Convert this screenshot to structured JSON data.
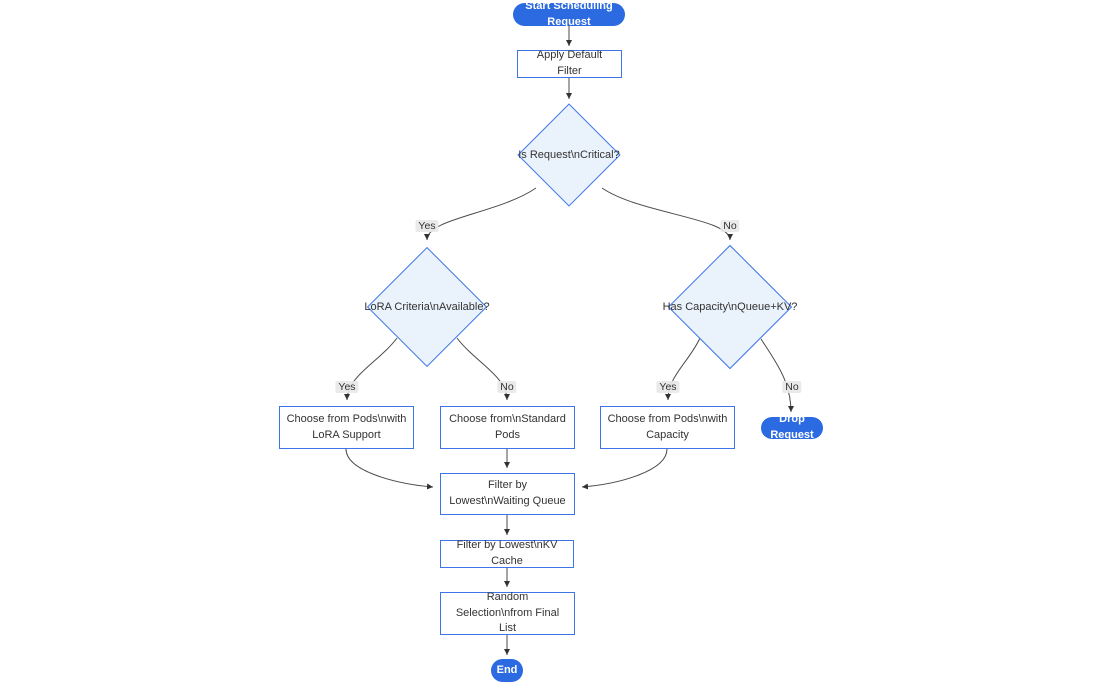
{
  "diagram": {
    "type": "flowchart",
    "direction": "top-down",
    "colors": {
      "terminal_fill": "#2b6ae0",
      "terminal_text": "#ffffff",
      "process_fill": "#ffffff",
      "node_border": "#3d74e8",
      "decision_fill": "#eaf2fc",
      "edge_stroke": "#4b4b4b",
      "edge_label_bg": "#e8e8e8",
      "node_text": "#333333"
    },
    "nodes": [
      {
        "id": "start",
        "shape": "pill",
        "label": "Start Scheduling Request"
      },
      {
        "id": "apply-filter",
        "shape": "process",
        "label": "Apply Default Filter"
      },
      {
        "id": "is-critical",
        "shape": "decision",
        "label": "Is Request\\nCritical?"
      },
      {
        "id": "lora-criteria",
        "shape": "decision",
        "label": "LoRA Criteria\\nAvailable?"
      },
      {
        "id": "has-capacity",
        "shape": "decision",
        "label": "Has Capacity\\nQueue+KV?"
      },
      {
        "id": "choose-lora",
        "shape": "process",
        "label": "Choose from Pods\\nwith LoRA Support"
      },
      {
        "id": "choose-standard",
        "shape": "process",
        "label": "Choose from\\nStandard Pods"
      },
      {
        "id": "choose-capacity",
        "shape": "process",
        "label": "Choose from Pods\\nwith Capacity"
      },
      {
        "id": "drop-request",
        "shape": "pill",
        "label": "Drop Request"
      },
      {
        "id": "filter-queue",
        "shape": "process",
        "label": "Filter by Lowest\\nWaiting Queue"
      },
      {
        "id": "filter-kv",
        "shape": "process",
        "label": "Filter by Lowest\\nKV Cache"
      },
      {
        "id": "random-select",
        "shape": "process",
        "label": "Random Selection\\nfrom Final List"
      },
      {
        "id": "end",
        "shape": "pill",
        "label": "End"
      }
    ],
    "edges": [
      {
        "from": "start",
        "to": "apply-filter",
        "label": ""
      },
      {
        "from": "apply-filter",
        "to": "is-critical",
        "label": ""
      },
      {
        "from": "is-critical",
        "to": "lora-criteria",
        "label": "Yes"
      },
      {
        "from": "is-critical",
        "to": "has-capacity",
        "label": "No"
      },
      {
        "from": "lora-criteria",
        "to": "choose-lora",
        "label": "Yes"
      },
      {
        "from": "lora-criteria",
        "to": "choose-standard",
        "label": "No"
      },
      {
        "from": "has-capacity",
        "to": "choose-capacity",
        "label": "Yes"
      },
      {
        "from": "has-capacity",
        "to": "drop-request",
        "label": "No"
      },
      {
        "from": "choose-lora",
        "to": "filter-queue",
        "label": ""
      },
      {
        "from": "choose-standard",
        "to": "filter-queue",
        "label": ""
      },
      {
        "from": "choose-capacity",
        "to": "filter-queue",
        "label": ""
      },
      {
        "from": "filter-queue",
        "to": "filter-kv",
        "label": ""
      },
      {
        "from": "filter-kv",
        "to": "random-select",
        "label": ""
      },
      {
        "from": "random-select",
        "to": "end",
        "label": ""
      }
    ]
  }
}
